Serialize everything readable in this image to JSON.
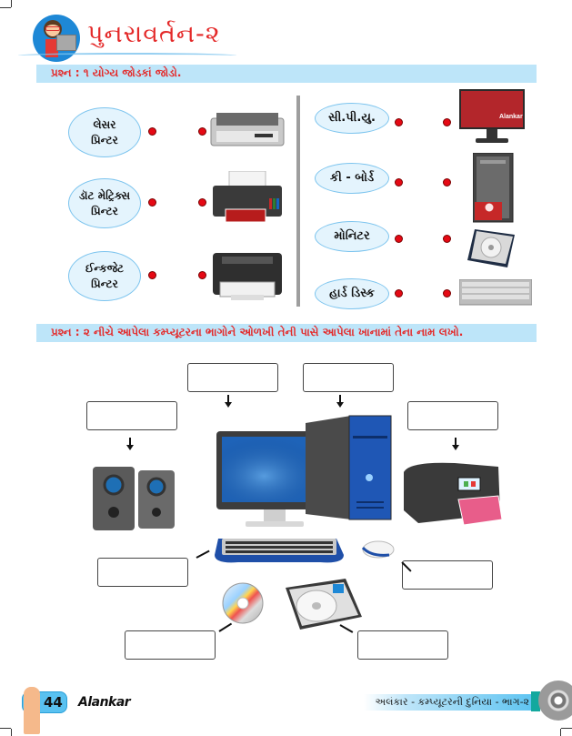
{
  "header": {
    "title": "પુનરાવર્તન-૨"
  },
  "question1": {
    "label": "પ્રશ્ન : ૧  યોગ્ય જોડકાં જોડો.",
    "left_column": [
      {
        "term": "લેસર\nપ્રિન્ટર",
        "image": "dot-matrix-printer-image"
      },
      {
        "term": "ડૉટ મેટ્રિક્સ\nપ્રિન્ટર",
        "image": "inkjet-printer-image"
      },
      {
        "term": "ઈન્કજેટ\nપ્રિન્ટર",
        "image": "laser-printer-image"
      }
    ],
    "right_column": [
      {
        "term": "સી.પી.યુ.",
        "image": "monitor-image"
      },
      {
        "term": "કી - બોર્ડ",
        "image": "cpu-tower-image"
      },
      {
        "term": "મોનિટર",
        "image": "hard-disk-image"
      },
      {
        "term": "હાર્ડ ડિસ્ક",
        "image": "keyboard-image"
      }
    ],
    "monitor_brand": "Alankar"
  },
  "question2": {
    "label": "પ્રશ્ન : ૨  નીચે આપેલા કમ્પ્યૂટરના ભાગોને ઓળખી તેની પાસે આપેલા ખાનામાં તેના નામ લખો.",
    "answer_boxes": [
      {
        "target": "speakers",
        "value": ""
      },
      {
        "target": "monitor",
        "value": ""
      },
      {
        "target": "cpu",
        "value": ""
      },
      {
        "target": "printer",
        "value": ""
      },
      {
        "target": "keyboard",
        "value": ""
      },
      {
        "target": "mouse",
        "value": ""
      },
      {
        "target": "cd",
        "value": ""
      },
      {
        "target": "hard-disk",
        "value": ""
      }
    ]
  },
  "footer": {
    "page_number": "44",
    "brand": "Alankar",
    "book_title": "અલંકાર - કમ્પ્યૂટરની દુનિયા - ભાગ-૨"
  },
  "colors": {
    "accent_red": "#e42a2a",
    "band_blue": "#bde5f9",
    "oval_border": "#7cc4ee",
    "dot_red": "#e50914"
  }
}
